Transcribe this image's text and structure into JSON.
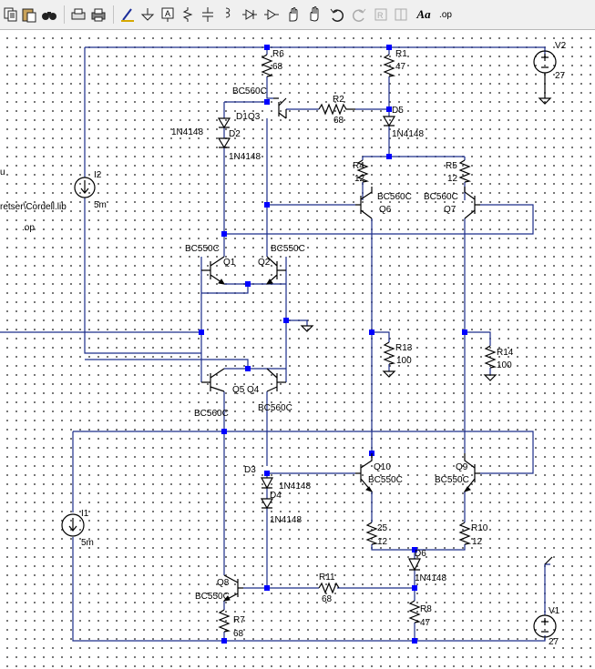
{
  "toolbar": {
    "icons": [
      "copy-icon",
      "paste-icon",
      "find-icon",
      "print-setup-icon",
      "print-icon",
      "draw-wire-icon",
      "ground-icon",
      "label-net-icon",
      "resistor-icon",
      "capacitor-icon",
      "inductor-icon",
      "diode-icon",
      "component-icon",
      "move-icon",
      "drag-icon",
      "undo-icon",
      "redo-icon",
      "rotate-icon",
      "mirror-icon",
      "text-icon",
      "spice-directive-icon"
    ],
    "text_label": "Aa",
    "spice_label": ".op"
  },
  "left_text": {
    "lib": "retser\\Cordell.lib",
    "op": ".op",
    "u": "u"
  },
  "components": {
    "R1": {
      "name": "R1",
      "value": "47"
    },
    "R2": {
      "name": "R2",
      "value": "68"
    },
    "R4": {
      "name": "R4",
      "value": "12"
    },
    "R5": {
      "name": "R5",
      "value": "12"
    },
    "R6": {
      "name": "R6",
      "value": "68"
    },
    "R7": {
      "name": "R7",
      "value": "68"
    },
    "R8": {
      "name": "R8",
      "value": "47"
    },
    "R10": {
      "name": "R10",
      "value": "12"
    },
    "R11": {
      "name": "R11",
      "value": "68"
    },
    "R13": {
      "name": "R13",
      "value": "100"
    },
    "R14": {
      "name": "R14",
      "value": "100"
    },
    "R25": {
      "name": "25",
      "value": "12"
    },
    "Q1": {
      "name": "Q1",
      "model": "BC550C"
    },
    "Q2": {
      "name": "Q2",
      "model": "BC550C"
    },
    "Q3": {
      "name": "Q3",
      "model": "BC560C"
    },
    "Q4": {
      "name": "Q4",
      "model": "BC560C"
    },
    "Q5": {
      "name": "Q5",
      "model": "BC560C"
    },
    "Q6": {
      "name": "Q6",
      "model": "BC560C"
    },
    "Q7": {
      "name": "Q7",
      "model": "BC560C"
    },
    "Q8": {
      "name": "Q8",
      "model": "BC550C"
    },
    "Q9": {
      "name": "Q9",
      "model": "BC550C"
    },
    "Q10": {
      "name": "Q10",
      "model": "BC550C"
    },
    "D1": {
      "name": "D1",
      "model": "1N4148"
    },
    "D2": {
      "name": "D2",
      "model": "1N4148"
    },
    "D3": {
      "name": "D3",
      "model": "1N4148"
    },
    "D4": {
      "name": "D4",
      "model": "1N4148"
    },
    "D5": {
      "name": "D5",
      "model": "1N4148"
    },
    "D6": {
      "name": "D6",
      "model": "1N4148"
    },
    "I1": {
      "name": "I1",
      "value": "5m"
    },
    "I2": {
      "name": "I2",
      "value": "5m"
    },
    "V1": {
      "name": "V1",
      "value": "27"
    },
    "V2": {
      "name": "V2",
      "value": "27"
    }
  }
}
